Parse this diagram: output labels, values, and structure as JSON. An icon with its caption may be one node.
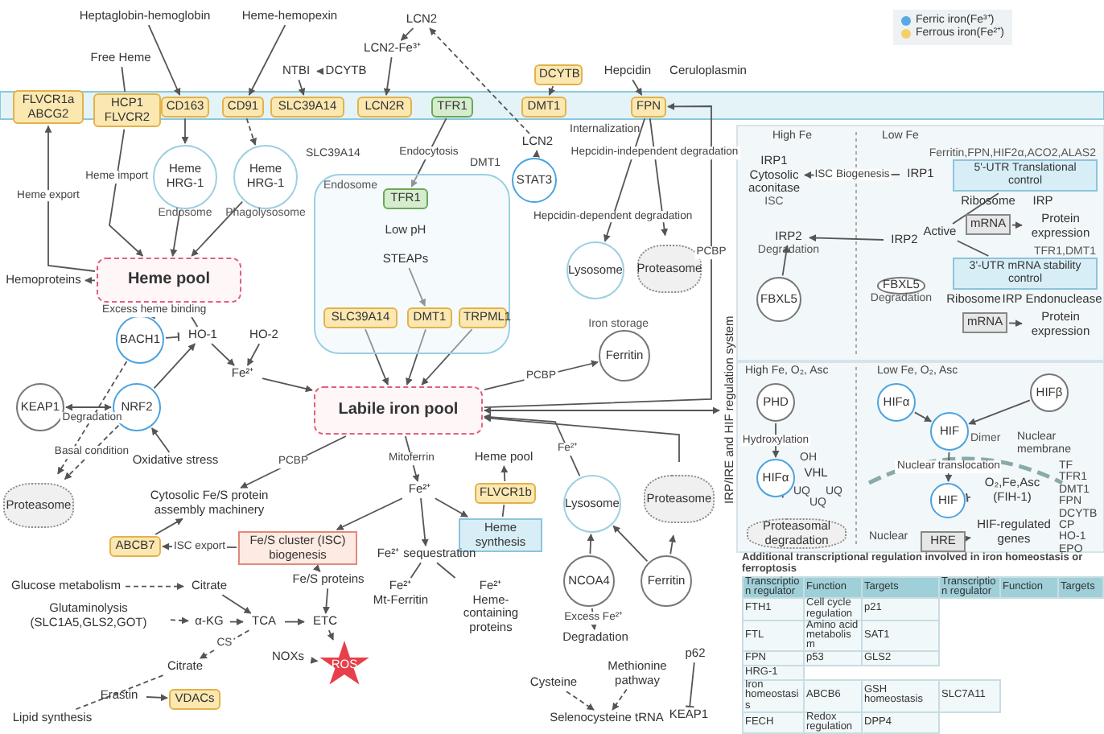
{
  "diagram": {
    "nodes": [
      {
        "text": [
          "Heptaglobin-hemoglobin"
        ]
      },
      {
        "text": [
          "Heme-hemopexin"
        ]
      },
      {
        "text": [
          "CD163"
        ]
      },
      {
        "text": [
          "CD91"
        ]
      },
      {
        "text": [
          "Free Heme"
        ]
      },
      {
        "text": [
          "FLVCR1a ABCG2"
        ]
      },
      {
        "text": [
          "HCP1 FLVCR2"
        ]
      },
      {
        "text": [
          "NTBI"
        ]
      },
      {
        "text": [
          "DCYTB"
        ]
      },
      {
        "text": [
          "SLC39A14"
        ]
      },
      {
        "text": [
          "LCN2"
        ]
      },
      {
        "text": [
          "LCN2-Fe³⁺"
        ]
      },
      {
        "text": [
          "LCN2R"
        ]
      },
      {
        "text": [
          "TFR1"
        ]
      },
      {
        "text": [
          "DCYTB"
        ]
      },
      {
        "text": [
          "DMT1"
        ]
      },
      {
        "text": [
          "Hepcidin"
        ]
      },
      {
        "text": [
          "Ceruloplasmin"
        ]
      },
      {
        "text": [
          "FPN"
        ]
      },
      {
        "text": [
          "LCN2"
        ]
      },
      {
        "text": [
          "STAT3"
        ]
      },
      {
        "text": [
          "Heme",
          "HRG-1"
        ],
        "beside": [
          "Endosome"
        ]
      },
      {
        "text": [
          "Heme",
          "HRG-1"
        ],
        "beside": [
          "Phagolysosome"
        ]
      },
      {
        "text": [
          "Heme pool"
        ]
      },
      {
        "text": [
          "Hemoproteins"
        ]
      },
      {
        "text": [
          "Endosome"
        ]
      },
      {
        "text": [
          "TFR1"
        ],
        "in": 25
      },
      {
        "text": [
          "Low pH"
        ],
        "in": 25
      },
      {
        "text": [
          "STEAPs"
        ],
        "in": 25
      },
      {
        "text": [
          "SLC39A14"
        ],
        "in": 25
      },
      {
        "text": [
          "DMT1"
        ],
        "in": 25
      },
      {
        "text": [
          "TRPML1"
        ],
        "in": 25
      },
      {
        "text": [
          "Lysosome"
        ]
      },
      {
        "text": [
          "Proteasome"
        ]
      },
      {
        "text": [
          "Ferritin"
        ],
        "beside": [
          "Iron storage"
        ]
      },
      {
        "text": [
          "Labile iron pool"
        ]
      },
      {
        "text": [
          "BACH1"
        ]
      },
      {
        "text": [
          "HO-1"
        ]
      },
      {
        "text": [
          "HO-2"
        ]
      },
      {
        "text": [
          "Fe²⁺"
        ]
      },
      {
        "text": [
          "KEAP1"
        ]
      },
      {
        "text": [
          "NRF2"
        ]
      },
      {
        "text": [
          "Oxidative stress"
        ]
      },
      {
        "text": [
          "Proteasome"
        ]
      },
      {
        "text": [
          "Cytosolic Fe/S protein assembly machinery"
        ]
      },
      {
        "text": [
          "ABCB7"
        ]
      },
      {
        "text": [
          "Fe/S cluster (ISC) biogenesis"
        ]
      },
      {
        "text": [
          "Glucose metabolism"
        ]
      },
      {
        "text": [
          "Citrate"
        ]
      },
      {
        "text": [
          "Glutaminolysis (SLC1A5,GLS2,GOT)"
        ]
      },
      {
        "text": [
          "α-KG"
        ]
      },
      {
        "text": [
          "TCA"
        ]
      },
      {
        "text": [
          "Fe/S proteins"
        ]
      },
      {
        "text": [
          "ETC"
        ]
      },
      {
        "text": [
          "NOXs"
        ]
      },
      {
        "text": [
          "ROS"
        ]
      },
      {
        "text": [
          "Citrate"
        ]
      },
      {
        "text": [
          "Erastin"
        ]
      },
      {
        "text": [
          "VDACs"
        ]
      },
      {
        "text": [
          "Lipid synthesis"
        ]
      },
      {
        "text": [
          "Fe²⁺"
        ]
      },
      {
        "text": [
          "Heme synthesis"
        ]
      },
      {
        "text": [
          "FLVCR1b"
        ]
      },
      {
        "text": [
          "Heme pool"
        ]
      },
      {
        "text": [
          "Fe²⁺ sequestration"
        ]
      },
      {
        "text": [
          "Fe²⁺",
          "Mt-Ferritin"
        ]
      },
      {
        "text": [
          "Fe²⁺",
          "Heme-containing proteins"
        ]
      },
      {
        "text": [
          "Lysosome"
        ]
      },
      {
        "text": [
          "Proteasome"
        ]
      },
      {
        "text": [
          "NCOA4"
        ]
      },
      {
        "text": [
          "Ferritin"
        ]
      },
      {
        "text": [
          "Degradation"
        ]
      },
      {
        "text": [
          "Cysteine"
        ]
      },
      {
        "text": [
          "Methionine pathway"
        ]
      },
      {
        "text": [
          "Selenocysteine tRNA"
        ]
      },
      {
        "text": [
          "p62"
        ]
      },
      {
        "text": [
          "KEAP1"
        ]
      },
      {
        "text": [
          "IRP/IRE and HIF regulation system"
        ]
      },
      {
        "text": [
          "IRP1",
          "Cytosolic aconitase"
        ],
        "beside": [
          "ISC"
        ]
      },
      {
        "text": [
          "IRP1"
        ]
      },
      {
        "text": [
          "IRP2"
        ],
        "beside": [
          "Degradation"
        ]
      },
      {
        "text": [
          "FBXL5"
        ]
      },
      {
        "text": [
          "IRP2"
        ]
      },
      {
        "text": [
          "FBXL5"
        ],
        "beside": [
          "Degradation"
        ]
      },
      {
        "text": [
          "Active"
        ]
      },
      {
        "text": [
          "5'-UTR Translational control"
        ],
        "beside": [
          "Ferritin,FPN,HIF2α,ACO2,ALAS2"
        ]
      },
      {
        "text": [
          "3'-UTR mRNA stability control"
        ],
        "beside": [
          "TFR1,DMT1"
        ]
      },
      {
        "text": [
          "Ribosome"
        ]
      },
      {
        "text": [
          "IRP"
        ]
      },
      {
        "text": [
          "mRNA"
        ]
      },
      {
        "text": [
          "Protein expression"
        ]
      },
      {
        "text": [
          "Ribosome"
        ]
      },
      {
        "text": [
          "mRNA"
        ]
      },
      {
        "text": [
          "IRP"
        ]
      },
      {
        "text": [
          "Endonuclease"
        ]
      },
      {
        "text": [
          "Protein expression"
        ]
      },
      {
        "text": [
          "PHD"
        ]
      },
      {
        "text": [
          "HIFα"
        ]
      },
      {
        "text": [
          "VHL"
        ]
      },
      {
        "text": [
          "Proteasomal degradation"
        ]
      },
      {
        "text": [
          "HIFα"
        ]
      },
      {
        "text": [
          "HIFβ"
        ]
      },
      {
        "text": [
          "HIF"
        ],
        "beside": [
          "Dimer"
        ]
      },
      {
        "text": [
          "HIF"
        ]
      },
      {
        "text": [
          "HRE"
        ]
      },
      {
        "text": [
          "HIF-regulated genes"
        ]
      },
      {
        "text": [
          "O₂,Fe,Asc",
          "(FIH-1)"
        ]
      }
    ],
    "edges": [
      {
        "from": 0,
        "to": 2,
        "arrow": "to"
      },
      {
        "from": 1,
        "to": 3,
        "arrow": "to"
      },
      {
        "from": 4,
        "to": 6,
        "arrow": "none"
      },
      {
        "from": 6,
        "to": 23,
        "arrow": "to",
        "label": "Heme import"
      },
      {
        "from": 23,
        "to": 5,
        "arrow": "to",
        "label": "Heme export"
      },
      {
        "from": 2,
        "to": 21,
        "arrow": "to"
      },
      {
        "from": 3,
        "to": 22,
        "arrow": "to",
        "style": "dashed"
      },
      {
        "from": 21,
        "to": 23,
        "arrow": "to"
      },
      {
        "from": 22,
        "to": 23,
        "arrow": "to"
      },
      {
        "from": 23,
        "to": 24,
        "arrow": "to"
      },
      {
        "from": 23,
        "to": 36,
        "arrow": "other",
        "label": "Excess heme binding"
      },
      {
        "from": 23,
        "to": 37,
        "arrow": "none"
      },
      {
        "from": 36,
        "to": 37,
        "arrow": "other"
      },
      {
        "from": 36,
        "to": 43,
        "arrow": "to",
        "style": "dashed",
        "label": "Degradation"
      },
      {
        "from": 41,
        "to": 43,
        "arrow": "to",
        "style": "dashed",
        "label": "Basal condition"
      },
      {
        "from": 40,
        "to": 41,
        "arrow": "both"
      },
      {
        "from": 42,
        "to": 41,
        "arrow": "to"
      },
      {
        "from": 41,
        "to": 37,
        "arrow": "to"
      },
      {
        "from": 37,
        "to": 39,
        "arrow": "to"
      },
      {
        "from": 38,
        "to": 39,
        "arrow": "to"
      },
      {
        "from": 39,
        "to": 35,
        "arrow": "to"
      },
      {
        "from": 8,
        "to": 7,
        "arrow": "to"
      },
      {
        "from": 7,
        "to": 9,
        "arrow": "to"
      },
      {
        "from": 10,
        "to": 11,
        "arrow": "to"
      },
      {
        "from": 11,
        "to": 12,
        "arrow": "to"
      },
      {
        "from": 13,
        "to": 26,
        "arrow": "to",
        "label": "Endocytosis"
      },
      {
        "from": 20,
        "to": 19,
        "arrow": "to"
      },
      {
        "from": 19,
        "to": 10,
        "arrow": "to",
        "style": "dashed"
      },
      {
        "from": 14,
        "to": 15,
        "arrow": "to"
      },
      {
        "from": 16,
        "to": 18,
        "arrow": "to"
      },
      {
        "from": 18,
        "to": 32,
        "arrow": "to",
        "label": "Hepcidin-dependent degradation"
      },
      {
        "from": 18,
        "to": 33,
        "arrow": "to",
        "label": "Hepcidin-independent degradation"
      },
      {
        "from": 28,
        "to": 30,
        "arrow": "to"
      },
      {
        "from": 29,
        "to": 35,
        "arrow": "to"
      },
      {
        "from": 30,
        "to": 35,
        "arrow": "to"
      },
      {
        "from": 31,
        "to": 35,
        "arrow": "to"
      },
      {
        "from": 35,
        "to": 34,
        "arrow": "to",
        "label": "PCBP"
      },
      {
        "from": 35,
        "to": 18,
        "arrow": "to",
        "label": "PCBP"
      },
      {
        "from": 35,
        "to": 44,
        "arrow": "to",
        "label": "PCBP"
      },
      {
        "from": 35,
        "to": 77,
        "arrow": "both"
      },
      {
        "from": 67,
        "to": 35,
        "arrow": "to",
        "label": "Fe²⁺"
      },
      {
        "from": 68,
        "to": 35,
        "arrow": "to"
      },
      {
        "from": 35,
        "to": 60,
        "arrow": "to",
        "label": "Mitoferrin"
      },
      {
        "from": 60,
        "to": 46,
        "arrow": "to"
      },
      {
        "from": 60,
        "to": 61,
        "arrow": "to"
      },
      {
        "from": 60,
        "to": 64,
        "arrow": "to"
      },
      {
        "from": 64,
        "to": 65,
        "arrow": "none"
      },
      {
        "from": 64,
        "to": 66,
        "arrow": "none"
      },
      {
        "from": 61,
        "to": 62,
        "arrow": "none"
      },
      {
        "from": 62,
        "to": 63,
        "arrow": "to"
      },
      {
        "from": 45,
        "to": 44,
        "arrow": "to"
      },
      {
        "from": 46,
        "to": 45,
        "arrow": "to",
        "label": "ISC export"
      },
      {
        "from": 46,
        "to": 52,
        "arrow": "to"
      },
      {
        "from": 52,
        "to": 53,
        "arrow": "to"
      },
      {
        "from": 47,
        "to": 48,
        "arrow": "to",
        "style": "dashed"
      },
      {
        "from": 48,
        "to": 51,
        "arrow": "to"
      },
      {
        "from": 49,
        "to": 50,
        "arrow": "to",
        "style": "dashed"
      },
      {
        "from": 50,
        "to": 51,
        "arrow": "to"
      },
      {
        "from": 51,
        "to": 53,
        "arrow": "to"
      },
      {
        "from": 53,
        "to": 55,
        "arrow": "to"
      },
      {
        "from": 54,
        "to": 55,
        "arrow": "to"
      },
      {
        "from": 51,
        "to": 56,
        "arrow": "to",
        "style": "dashed",
        "label": "CS"
      },
      {
        "from": 56,
        "to": 59,
        "arrow": "none",
        "style": "dashed"
      },
      {
        "from": 57,
        "to": 58,
        "arrow": "to"
      },
      {
        "from": 69,
        "to": 67,
        "arrow": "to"
      },
      {
        "from": 70,
        "to": 67,
        "arrow": "to"
      },
      {
        "from": 70,
        "to": 68,
        "arrow": "to"
      },
      {
        "from": 69,
        "to": 71,
        "arrow": "to",
        "label": "Excess Fe²⁺"
      },
      {
        "from": 72,
        "to": 74,
        "arrow": "to",
        "style": "dashed"
      },
      {
        "from": 73,
        "to": 74,
        "arrow": "to",
        "style": "dashed"
      },
      {
        "from": 75,
        "to": 76,
        "arrow": "other"
      },
      {
        "from": 79,
        "to": 78,
        "arrow": "to",
        "label": "ISC Biogenesis"
      },
      {
        "from": 82,
        "to": 80,
        "arrow": "to"
      },
      {
        "from": 81,
        "to": 80,
        "arrow": "to"
      },
      {
        "from": 84,
        "to": 85,
        "arrow": "none"
      },
      {
        "from": 84,
        "to": 86,
        "arrow": "none"
      },
      {
        "from": 89,
        "to": 90,
        "arrow": "to"
      },
      {
        "from": 92,
        "to": 95,
        "arrow": "to"
      },
      {
        "from": 96,
        "to": 97,
        "arrow": "to",
        "label": "Hydroxylation"
      },
      {
        "from": 97,
        "to": 99,
        "arrow": "to"
      },
      {
        "from": 100,
        "to": 102,
        "arrow": "to"
      },
      {
        "from": 101,
        "to": 102,
        "arrow": "to"
      },
      {
        "from": 102,
        "to": 103,
        "arrow": "to",
        "label": "Nuclear translocation"
      },
      {
        "from": 106,
        "to": 103,
        "arrow": "other"
      },
      {
        "from": 104,
        "to": 105,
        "arrow": "to"
      }
    ],
    "labels": [
      "Internalization",
      "SLC39A14",
      "DMT1",
      "High Fe",
      "Low Fe",
      "High Fe, O₂, Asc",
      "Low Fe, O₂, Asc",
      "OH",
      "UQ",
      "UQ",
      "UQ",
      "Nuclear membrane",
      "Nuclear",
      "TF",
      "TFR1",
      "DMT1",
      "FPN",
      "DCYTB",
      "CP",
      "HO-1",
      "EPO",
      "Additional transcriptional regulation involved in iron homeostasis or ferroptosis",
      "Transcription regulator",
      "Function",
      "Targets",
      "Transcription regulator",
      "Function",
      "Targets",
      "FTH1",
      "Cell cycle regulation",
      "p21",
      "FTL",
      "Amino acid metabolism",
      "SAT1",
      "FPN",
      "p53",
      "GLS2",
      "HRG-1",
      "Iron homeostasis",
      "ABCB6",
      "GSH homeostasis",
      "SLC7A11",
      "FECH",
      "Redox regulation",
      "DPP4"
    ],
    "legend": [
      {
        "text": "Ferric iron(Fe³⁺)",
        "color": "#5aa9e6"
      },
      {
        "text": "Ferrous iron(Fe²⁺)",
        "color": "#f5d06a"
      }
    ]
  }
}
